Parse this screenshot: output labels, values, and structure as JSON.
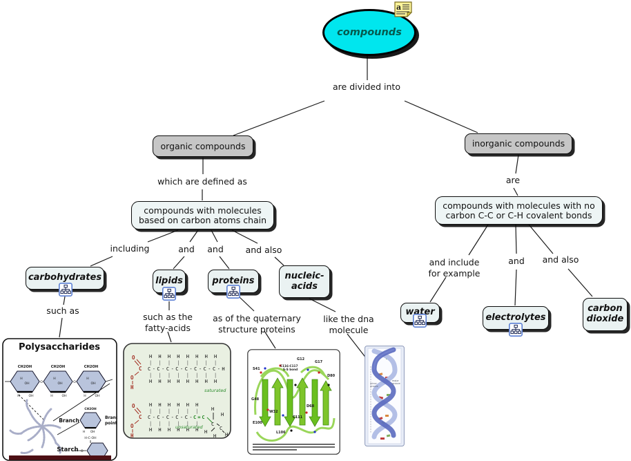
{
  "root": {
    "label": "compounds"
  },
  "icons": {
    "note_letter": "a"
  },
  "level1": {
    "organic": "organic compounds",
    "inorganic": "inorganic compounds"
  },
  "definitions": {
    "organic": "compounds with molecules\nbased on carbon atoms chain",
    "inorganic": "compounds with molecules with no\ncarbon C-C or C-H covalent bonds"
  },
  "links": {
    "divided": "are divided into",
    "defined": "which are defined as",
    "are": "are",
    "including": "including",
    "and1": "and",
    "and2": "and",
    "and_also1": "and also",
    "such_as": "such as",
    "such_as_fatty": "such as the\nfatty-acids",
    "quaternary": "as of the quaternary\nstructure proteins",
    "dna": "like the dna\nmolecule",
    "include_example": "and include\nfor example",
    "and3": "and",
    "and_also2": "and also"
  },
  "concepts": {
    "carbohydrates": "carbohydrates",
    "lipids": "lipids",
    "proteins": "proteins",
    "nucleic": "nucleic-\nacids",
    "water": "water",
    "electrolytes": "electrolytes",
    "co2": "carbon\ndioxide"
  },
  "colors": {
    "root_fill": "#00e6ee",
    "level1_fill": "#c6c6c6",
    "concept_fill": "#eaf2f2",
    "ribbon_green": "#7ec52a",
    "helix_dark": "#5c6cc0",
    "helix_light": "#b3bfe6"
  },
  "images": {
    "poly": {
      "title": "Polysaccharides",
      "ch2oh": "CH2OH",
      "branch": "Branch",
      "point": "point",
      "starch": "Starch",
      "h": "H",
      "oh": "OH",
      "o": "O",
      "hcoh": "H-C-OH"
    },
    "fatty": {
      "h_row": "H H H H H H H H",
      "bar_row": "| | | | | | | |",
      "chain_sat": "C-C-C-C-C-C-C-C-H",
      "h_row2": "H H H H H H",
      "bar_row2": "| | | | | |",
      "chain_unsat": "C-C-C-C-C-",
      "c_double": "C=C",
      "o": "O",
      "c": "C",
      "h": "H",
      "saturated": "saturated",
      "unsaturated": "unsaturated"
    },
    "protein": {
      "labels": [
        "S41",
        "G12",
        "G17",
        "D80",
        "C116-C117",
        "S-S bond",
        "G48",
        "W32",
        "C111",
        "E100",
        "L106",
        "D68"
      ]
    },
    "dna": {
      "minor1": "minor",
      "minor2": "groove",
      "major1": "major",
      "major2": "groove"
    }
  }
}
